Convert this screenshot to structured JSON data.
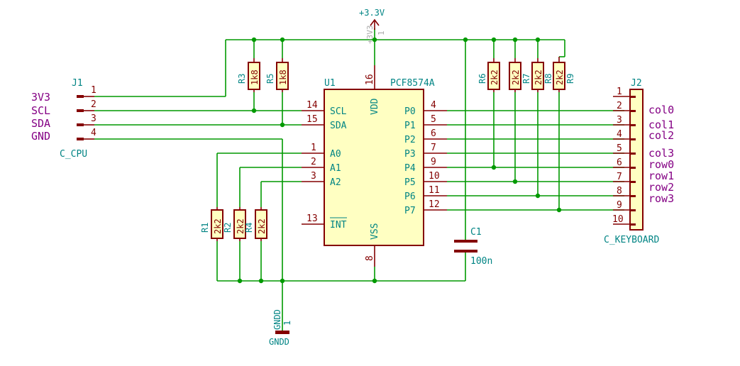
{
  "power": {
    "vcc_label": "+3.3V",
    "vcc_ghost_name": "+3V3",
    "vcc_ghost_pin": "1",
    "gnd_label": "GNDD",
    "gnd_vertical_name": "GNDD",
    "gnd_vertical_pin": "1"
  },
  "j1": {
    "ref": "J1",
    "value": "C_CPU",
    "pins": [
      "1",
      "2",
      "3",
      "4"
    ],
    "nets": [
      "3V3",
      "SCL",
      "SDA",
      "GND"
    ]
  },
  "u1": {
    "ref": "U1",
    "value": "PCF8574A",
    "vdd_name": "VDD",
    "vdd_pin": "16",
    "vss_name": "VSS",
    "vss_pin": "8",
    "left_pins": [
      {
        "num": "14",
        "name": "SCL"
      },
      {
        "num": "15",
        "name": "SDA"
      },
      {
        "num": "1",
        "name": "A0"
      },
      {
        "num": "2",
        "name": "A1"
      },
      {
        "num": "3",
        "name": "A2"
      },
      {
        "num": "13",
        "name": "INT"
      }
    ],
    "right_pins": [
      {
        "num": "4",
        "name": "P0"
      },
      {
        "num": "5",
        "name": "P1"
      },
      {
        "num": "6",
        "name": "P2"
      },
      {
        "num": "7",
        "name": "P3"
      },
      {
        "num": "9",
        "name": "P4"
      },
      {
        "num": "10",
        "name": "P5"
      },
      {
        "num": "11",
        "name": "P6"
      },
      {
        "num": "12",
        "name": "P7"
      }
    ]
  },
  "resistors": {
    "r1": {
      "ref": "R1",
      "value": "2k2"
    },
    "r2": {
      "ref": "R2",
      "value": "2k2"
    },
    "r3": {
      "ref": "R3",
      "value": "1k8"
    },
    "r4": {
      "ref": "R4",
      "value": "2k2"
    },
    "r5": {
      "ref": "R5",
      "value": "1k8"
    },
    "r6": {
      "ref": "R6",
      "value": "2k2"
    },
    "r7": {
      "ref": "R7",
      "value": "2k2"
    },
    "r8": {
      "ref": "R8",
      "value": "2k2"
    },
    "r9": {
      "ref": "R9",
      "value": "2k2"
    }
  },
  "c1": {
    "ref": "C1",
    "value": "100n"
  },
  "j2": {
    "ref": "J2",
    "value": "C_KEYBOARD",
    "pins": [
      "1",
      "2",
      "3",
      "4",
      "5",
      "6",
      "7",
      "8",
      "9",
      "10"
    ],
    "nets": [
      "col0",
      "col1",
      "col2",
      "col3",
      "row0",
      "row1",
      "row2",
      "row3"
    ]
  }
}
